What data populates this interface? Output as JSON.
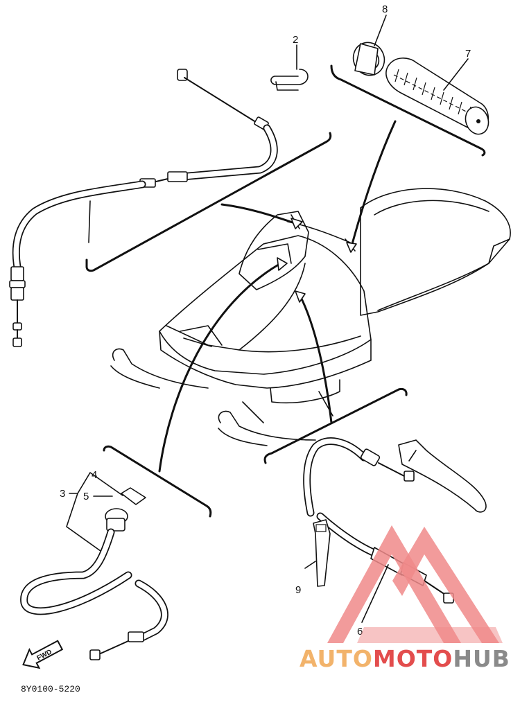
{
  "diagram": {
    "callouts": {
      "c1": "2",
      "c2": "3",
      "c3": "4",
      "c4": "5",
      "c5": "6",
      "c6": "7",
      "c7": "8",
      "c8": "9"
    },
    "footer_code": "8Y0100-5220",
    "direction_badge": "FWD"
  },
  "watermark": {
    "part1": "AUTO",
    "part2": "MOTO",
    "part3": "HUB",
    "colors": {
      "auto": "#f2b36b",
      "moto": "#e34d4d",
      "hub": "#8a8a8a",
      "triangle": "#f08a8a"
    }
  }
}
